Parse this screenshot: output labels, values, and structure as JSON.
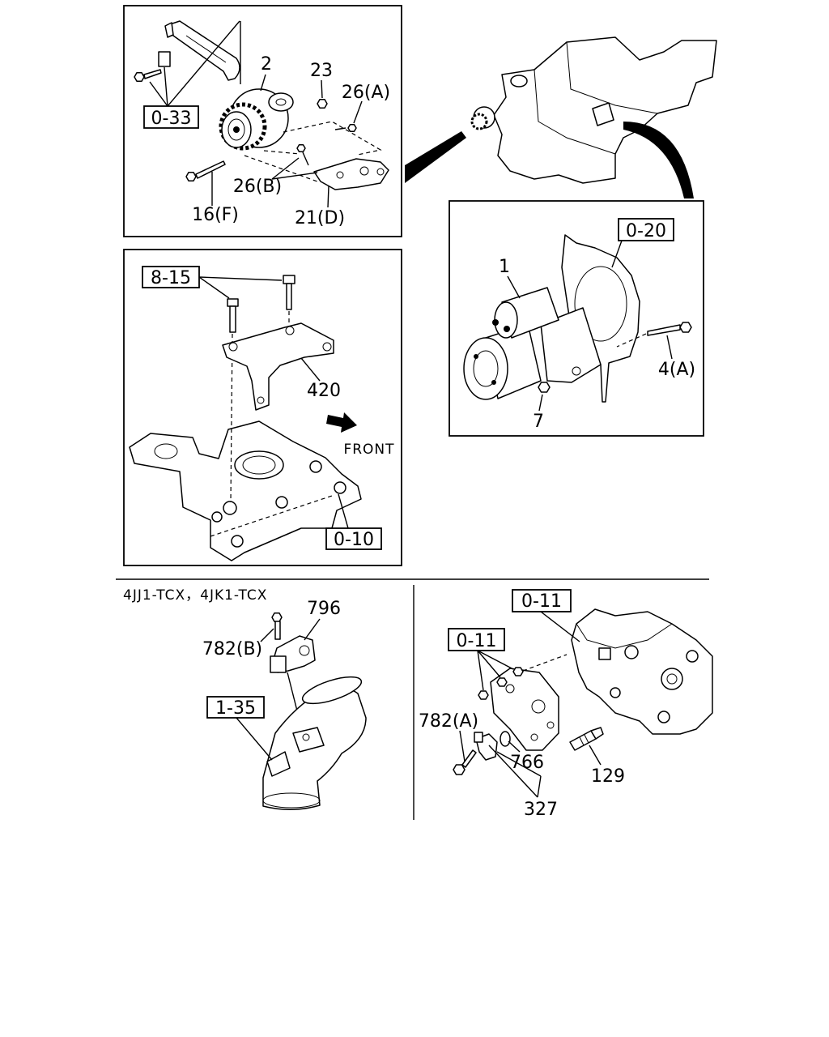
{
  "alternator_panel": {
    "part_2": "2",
    "part_23": "23",
    "part_26a": "26(A)",
    "ref_0_33": "0-33",
    "part_26b": "26(B)",
    "part_16f": "16(F)",
    "part_21d": "21(D)"
  },
  "bracket_panel": {
    "ref_8_15": "8-15",
    "part_420": "420",
    "front_label": "FRONT",
    "ref_0_10": "0-10"
  },
  "starter_panel": {
    "ref_0_20": "0-20",
    "part_1": "1",
    "part_4a": "4(A)",
    "part_7": "7"
  },
  "boost_sensor_section": {
    "engine_variants": "4JJ1-TCX，4JK1-TCX",
    "part_796": "796",
    "part_782b": "782(B)",
    "ref_1_35": "1-35"
  },
  "cam_sensor_section": {
    "ref_0_11_upper": "0-11",
    "ref_0_11_lower": "0-11",
    "part_782a": "782(A)",
    "part_766": "766",
    "part_129": "129",
    "part_327": "327"
  },
  "colors": {
    "ink": "#000000",
    "paper": "#ffffff"
  }
}
